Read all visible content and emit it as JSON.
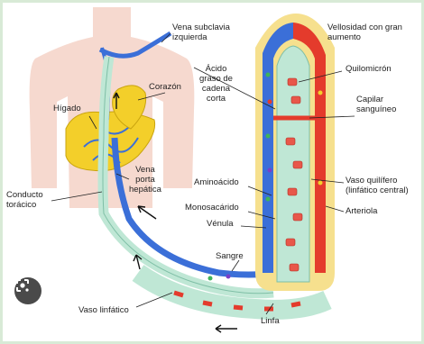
{
  "colors": {
    "background_frame": "#d8ead6",
    "skin": "#f6d9cf",
    "liver": "#f3cf2a",
    "vein_blue": "#3b6fd8",
    "artery_red": "#e43b2c",
    "lymph_green": "#bfe7d5",
    "villus_yellow": "#f6e08e"
  },
  "labels": {
    "vena_subclavia": "Vena subclavia\nizquierda",
    "vellosidad": "Vellosidad con gran\naumento",
    "acido_graso": "Ácido\ngraso de\ncadena\ncorta",
    "quilomicron": "Quilomicrón",
    "corazon": "Corazón",
    "higado": "Hígado",
    "capilar": "Capilar\nsanguíneo",
    "vena_porta": "Vena\nporta\nhepática",
    "conducto": "Conducto\ntorácico",
    "aminoacido": "Aminoácido",
    "vaso_quilifero": "Vaso quilífero\n(linfático central)",
    "monosacarido": "Monosacárido",
    "arteriola": "Arteriola",
    "venula": "Vénula",
    "sangre": "Sangre",
    "vaso_linfatico": "Vaso linfático",
    "linfa": "Linfa"
  },
  "icons": {
    "lens": "google-lens-icon"
  }
}
